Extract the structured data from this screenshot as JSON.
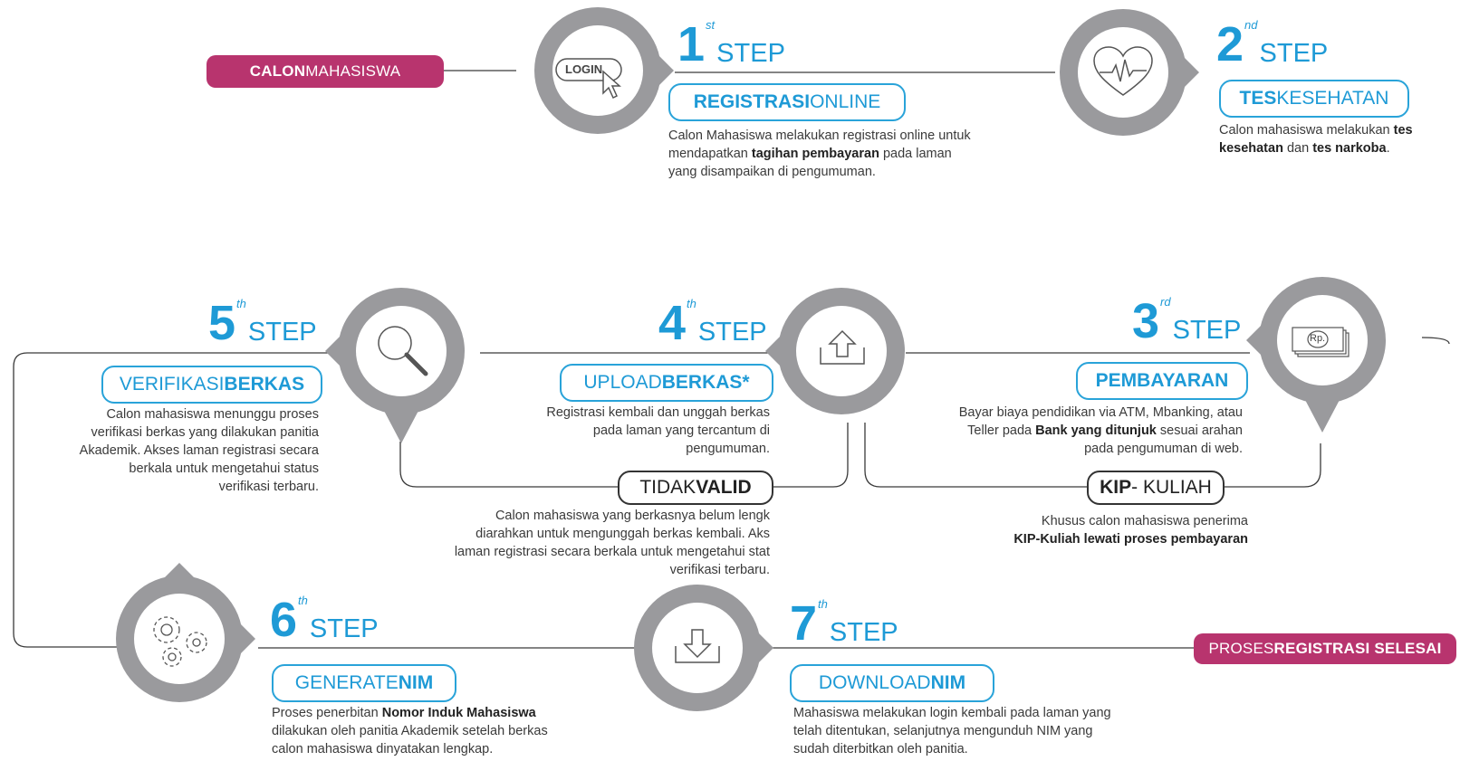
{
  "start": {
    "pre": "CALON",
    "post": " MAHASISWA"
  },
  "end": {
    "pre": "PROSES ",
    "post": "REGISTRASI SELESAI"
  },
  "steps": [
    {
      "num": "1",
      "sup": "st",
      "word": "STEP",
      "title_a": "REGISTRASI",
      "title_b": " ONLINE",
      "desc": [
        [
          "Calon Mahasiswa melakukan registrasi online untuk"
        ],
        [
          "mendapatkan ",
          "tagihan pembayaran",
          " pada laman"
        ],
        [
          "yang disampaikan di pengumuman."
        ]
      ]
    },
    {
      "num": "2",
      "sup": "nd",
      "word": "STEP",
      "title_a": "TES",
      "title_b": " KESEHATAN",
      "desc": [
        [
          "Calon mahasiswa melakukan ",
          "tes"
        ],
        [
          "",
          "kesehatan",
          " dan ",
          "tes narkoba",
          "."
        ]
      ]
    },
    {
      "num": "3",
      "sup": "rd",
      "word": "STEP",
      "title_a": "PEMBAYARAN",
      "title_b": "",
      "desc": [
        [
          "Bayar biaya pendidikan via ATM, Mbanking, atau"
        ],
        [
          "Teller pada ",
          "Bank yang ditunjuk",
          " sesuai arahan"
        ],
        [
          "pada pengumuman di web."
        ]
      ]
    },
    {
      "num": "4",
      "sup": "th",
      "word": "STEP",
      "title_a": "UPLOAD ",
      "title_b": "BERKAS*",
      "desc": [
        [
          "Registrasi kembali dan unggah berkas"
        ],
        [
          "pada laman yang tercantum di"
        ],
        [
          "pengumuman."
        ]
      ]
    },
    {
      "num": "5",
      "sup": "th",
      "word": "STEP",
      "title_a": "VERIFIKASI ",
      "title_b": "BERKAS",
      "desc": [
        [
          "Calon mahasiswa menunggu proses"
        ],
        [
          "verifikasi berkas yang dilakukan panitia"
        ],
        [
          "Akademik. Akses laman registrasi secara"
        ],
        [
          "berkala untuk mengetahui status"
        ],
        [
          "verifikasi terbaru."
        ]
      ]
    },
    {
      "num": "6",
      "sup": "th",
      "word": "STEP",
      "title_a": "GENERATE ",
      "title_b": "NIM",
      "desc": [
        [
          "Proses penerbitan ",
          "Nomor Induk Mahasiswa"
        ],
        [
          "dilakukan oleh panitia Akademik setelah berkas"
        ],
        [
          "calon mahasiswa dinyatakan lengkap."
        ]
      ]
    },
    {
      "num": "7",
      "sup": "th",
      "word": "STEP",
      "title_a": "DOWNLOAD ",
      "title_b": "NIM",
      "desc": [
        [
          "Mahasiswa melakukan login kembali pada laman yang"
        ],
        [
          "telah ditentukan, selanjutnya mengunduh NIM yang"
        ],
        [
          "sudah diterbitkan oleh panitia."
        ]
      ]
    }
  ],
  "tidak_valid": {
    "a": "TIDAK ",
    "b": "VALID",
    "desc": [
      [
        "Calon mahasiswa yang berkasnya belum lengk"
      ],
      [
        "diarahkan untuk mengunggah berkas kembali. Aks"
      ],
      [
        "laman registrasi secara berkala untuk mengetahui stat"
      ],
      [
        "verifikasi terbaru."
      ]
    ]
  },
  "kip": {
    "a": "KIP",
    "b": " - KULIAH",
    "desc": [
      [
        "Khusus calon mahasiswa penerima"
      ],
      [
        "",
        "KIP-Kuliah lewati proses pembayaran"
      ]
    ]
  },
  "icons": {
    "login_text": "LOGIN",
    "rp_text": "Rp."
  }
}
